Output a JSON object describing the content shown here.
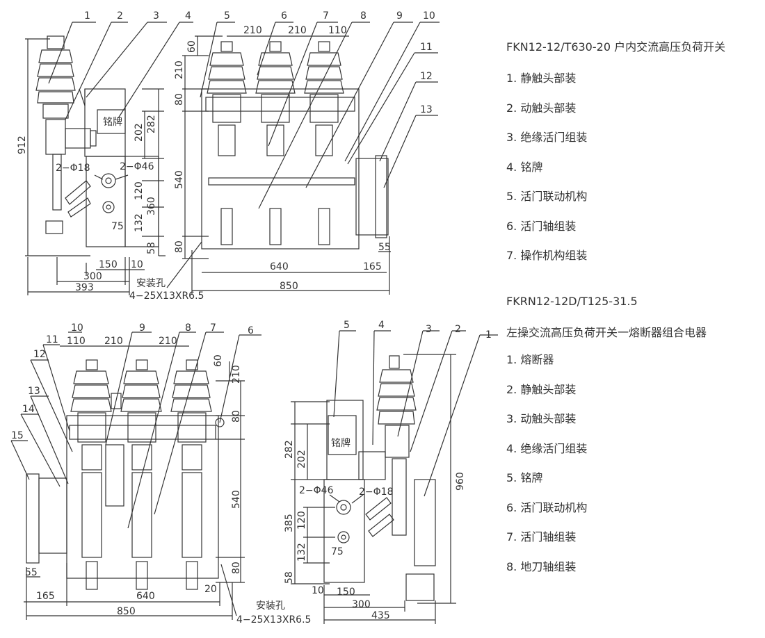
{
  "product1": {
    "title": "FKN12-12/T630-20 户内交流高压负荷开关",
    "items": [
      "1. 静触头部装",
      "2. 动触头部装",
      "3. 绝缘活门组装",
      "4. 铭牌",
      "5. 活门联动机构",
      "6. 活门轴组装",
      "7. 操作机构组装"
    ]
  },
  "product2": {
    "title_line1": "FKRN12-12D/T125-31.5",
    "title_line2": "左操交流高压负荷开关一熔断器组合电器",
    "items": [
      "1. 熔断器",
      "2. 静触头部装",
      "3. 动触头部装",
      "4. 绝缘活门组装",
      "5. 铭牌",
      "6. 活门联动机构",
      "7. 活门轴组装",
      "8. 地刀轴组装"
    ]
  },
  "drawing": {
    "nameplate": "铭牌",
    "mount_hole_label": "安装孔",
    "mount_hole_spec": "4−25X13XR6.5",
    "hole_18": "2−Φ18",
    "hole_46": "2−Φ46",
    "view_a_callouts": [
      "1",
      "2",
      "3",
      "4",
      "5",
      "6",
      "7",
      "8",
      "9",
      "10",
      "11",
      "12",
      "13"
    ],
    "view_c_callouts": [
      "10",
      "11",
      "12",
      "13",
      "14",
      "15",
      "9",
      "8",
      "7",
      "6"
    ],
    "view_d_callouts": [
      "5",
      "4",
      "3",
      "2",
      "1"
    ],
    "dims_a": [
      "912",
      "282",
      "202",
      "120",
      "360",
      "75",
      "132",
      "58",
      "150",
      "10",
      "300",
      "393"
    ],
    "dims_b": [
      "210",
      "210",
      "110",
      "60",
      "210",
      "80",
      "540",
      "80",
      "640",
      "165",
      "55",
      "850"
    ],
    "dims_c": [
      "110",
      "210",
      "210",
      "60",
      "210",
      "80",
      "540",
      "80",
      "55",
      "165",
      "640",
      "20",
      "850"
    ],
    "dims_d": [
      "282",
      "202",
      "385",
      "120",
      "132",
      "75",
      "58",
      "10",
      "150",
      "300",
      "435",
      "960"
    ]
  }
}
